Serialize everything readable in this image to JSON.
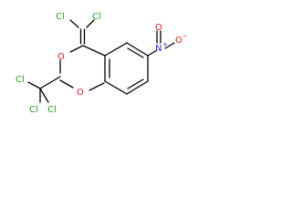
{
  "molecule": {
    "atoms": {
      "cl_left": "Cl",
      "cl_right": "Cl",
      "o_ring_top": "O",
      "o_ring_bottom": "O",
      "cl3_a": "Cl",
      "cl3_b": "Cl",
      "cl3_c": "Cl",
      "nitro_n": "N",
      "nitro_plus": "+",
      "nitro_o_top": "O",
      "nitro_o_right": "O",
      "nitro_minus": "−"
    },
    "colors": {
      "bond": "#000000",
      "chlorine": "#1fa31f",
      "oxygen": "#e8141c",
      "nitrogen": "#2a2ad6"
    }
  }
}
